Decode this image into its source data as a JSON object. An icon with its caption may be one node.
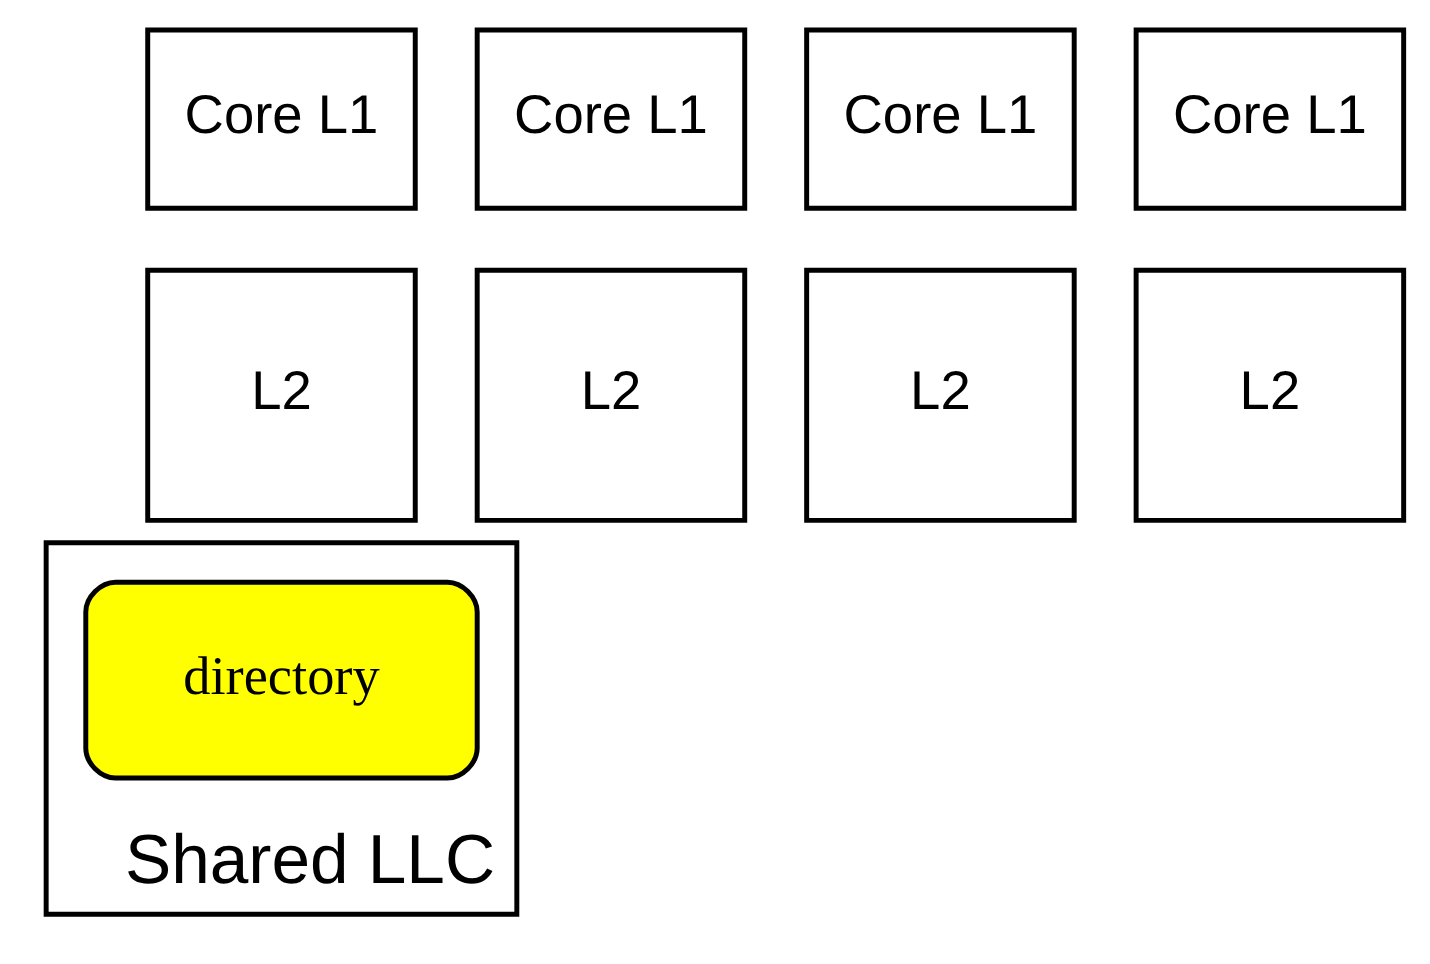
{
  "diagram": {
    "nodes": [
      {
        "text": [
          "Core L1"
        ]
      },
      {
        "text": [
          "Core L1"
        ]
      },
      {
        "text": [
          "Core L1"
        ]
      },
      {
        "text": [
          "Core L1"
        ]
      },
      {
        "text": [
          "L2"
        ]
      },
      {
        "text": [
          "L2"
        ]
      },
      {
        "text": [
          "L2"
        ]
      },
      {
        "text": [
          "L2"
        ]
      },
      {
        "text": [
          "Shared LLC"
        ]
      },
      {
        "text": [
          "directory"
        ],
        "in": 8
      }
    ],
    "edges": []
  }
}
